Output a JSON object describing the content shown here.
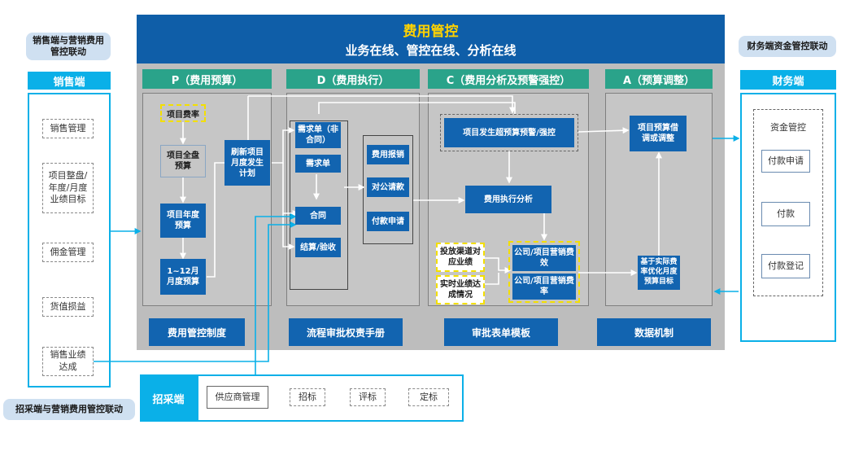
{
  "header": {
    "title": "费用管控",
    "subtitle": "业务在线、管控在线、分析在线"
  },
  "sales": {
    "bubble": "销售端与营销费用管控联动",
    "title": "销售端",
    "items": [
      "销售管理",
      "项目整盘/年度/月度业绩目标",
      "佣金管理",
      "货值损益",
      "销售业绩达成"
    ]
  },
  "finance": {
    "bubble": "财务端资金管控联动",
    "title": "财务端",
    "group_title": "资金管控",
    "steps": [
      "付款申请",
      "付款",
      "付款登记"
    ]
  },
  "stages": {
    "p": {
      "title": "P（费用预算）",
      "rate": "项目费率",
      "full_budget": "项目全盘预算",
      "annual_budget": "项目年度预算",
      "monthly_budget": "1~12月月度预算",
      "refresh_plan": "刷新项目月度发生计划"
    },
    "d": {
      "title": "D（费用执行）",
      "demand_a": "需求单（非合同）",
      "demand_b": "需求单",
      "contract": "合同",
      "settle": "结算/验收",
      "reimburse": "费用报销",
      "public_request": "对公请款",
      "payment_request": "付款申请"
    },
    "c": {
      "title": "C（费用分析及预警强控）",
      "warning": "项目发生超预算预警/强控",
      "analysis": "费用执行分析",
      "channel": "投放渠道对应业绩",
      "realtime": "实时业绩达成情况",
      "efficiency": "公司/项目营销费效",
      "rate": "公司/项目营销费率"
    },
    "a": {
      "title": "A（预算调整）",
      "adjust": "项目预算借调或调整",
      "optimize": "基于实际费率优化月度预算目标"
    }
  },
  "footer": [
    "费用管控制度",
    "流程审批权责手册",
    "审批表单模板",
    "数据机制"
  ],
  "procurement": {
    "bubble": "招采端与营销费用管控联动",
    "title": "招采端",
    "supplier": "供应商管理",
    "steps": [
      "招标",
      "评标",
      "定标"
    ]
  }
}
